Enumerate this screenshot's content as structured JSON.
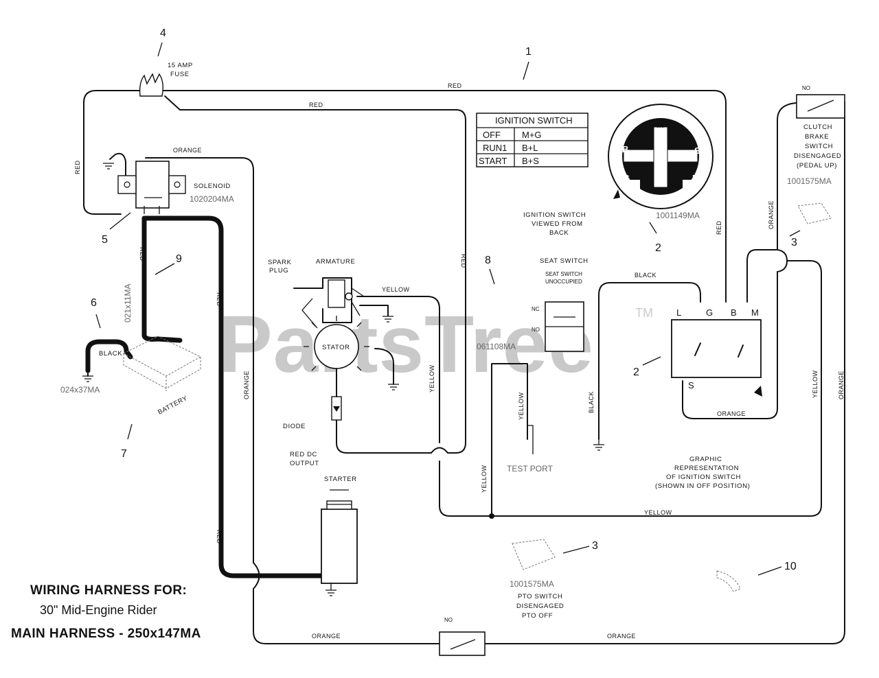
{
  "watermark": {
    "text": "PartsTree",
    "tm": "TM"
  },
  "title": {
    "line1": "WIRING HARNESS FOR:",
    "line2": "30\" Mid-Engine Rider",
    "line3": "MAIN HARNESS - 250x147MA"
  },
  "ignition_table": {
    "header": "IGNITION SWITCH",
    "rows": [
      {
        "pos": "OFF",
        "conn": "M+G"
      },
      {
        "pos": "RUN1",
        "conn": "B+L"
      },
      {
        "pos": "START",
        "conn": "B+S"
      }
    ]
  },
  "ignition_back": {
    "terminals": {
      "m": "M",
      "b": "B",
      "s": "S",
      "g": "G",
      "l": "L"
    },
    "label_lines": [
      "IGNITION SWITCH",
      "VIEWED FROM",
      "BACK"
    ],
    "part": "1001149MA"
  },
  "ignition_graphic": {
    "terminals": {
      "l": "L",
      "g": "G",
      "b": "B",
      "m": "M",
      "s": "S"
    },
    "label_lines": [
      "GRAPHIC",
      "REPRESENTATION",
      "OF IGNITION SWITCH",
      "(SHOWN IN OFF POSITION)"
    ]
  },
  "components": {
    "fuse": [
      "15 AMP",
      "FUSE"
    ],
    "solenoid": "SOLENOID",
    "solenoid_part": "1020204MA",
    "spark_plug": [
      "SPARK",
      "PLUG"
    ],
    "armature": "ARMATURE",
    "stator": "STATOR",
    "diode": "DIODE",
    "red_dc": [
      "RED DC",
      "OUTPUT"
    ],
    "starter": "STARTER",
    "seat_switch": "SEAT SWITCH",
    "seat_switch_sub": [
      "SEAT SWITCH",
      "UNOCCUPIED"
    ],
    "seat_part": "061108MA",
    "nc": "NC",
    "no": "NO",
    "test_port": "TEST PORT",
    "clutch_lines": [
      "CLUTCH",
      "BRAKE",
      "SWITCH",
      "DISENGAGED",
      "(PEDAL UP)"
    ],
    "clutch_part": "1001575MA",
    "pto_part": "1001575MA",
    "pto_lines": [
      "PTO SWITCH",
      "DISENGAGED",
      "PTO OFF"
    ],
    "battery": "BATTERY",
    "battery_cable_part": "024x37MA",
    "harness_part": "021x11MA"
  },
  "wires": {
    "red": "RED",
    "orange": "ORANGE",
    "yellow": "YELLOW",
    "black": "BLACK"
  },
  "part_numbers": [
    "1",
    "2",
    "2",
    "3",
    "3",
    "4",
    "5",
    "6",
    "7",
    "8",
    "9",
    "10"
  ]
}
